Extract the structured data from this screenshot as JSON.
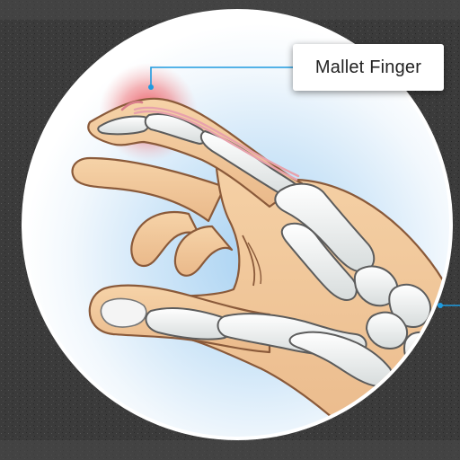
{
  "callout": {
    "label": "Mallet Finger",
    "leader_color": "#1e9be0"
  },
  "icons": {
    "illustration": "hand-skeleton-illustration",
    "injury_marker": "injury-glow-marker"
  },
  "colors": {
    "background": "#3a3a3a",
    "circle_fill": "#ffffff",
    "skin": "#f2c898",
    "skin_outline": "#8a5a3a",
    "bone": "#eceeee",
    "bone_outline": "#5c5c5c",
    "tendon": "#f0b8c0",
    "injury_glow": "#e8323c"
  }
}
